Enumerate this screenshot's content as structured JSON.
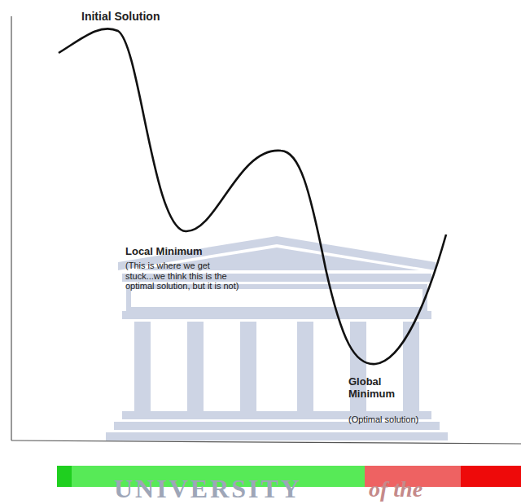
{
  "diagram": {
    "labels": [
      "Initial Solution",
      "Local Minimum",
      "(This is where we get stuck...we think this is the optimal solution, but it is not)",
      "Global Minimum",
      "(Optimal solution)",
      "UNIVERSITY",
      "of the"
    ]
  }
}
